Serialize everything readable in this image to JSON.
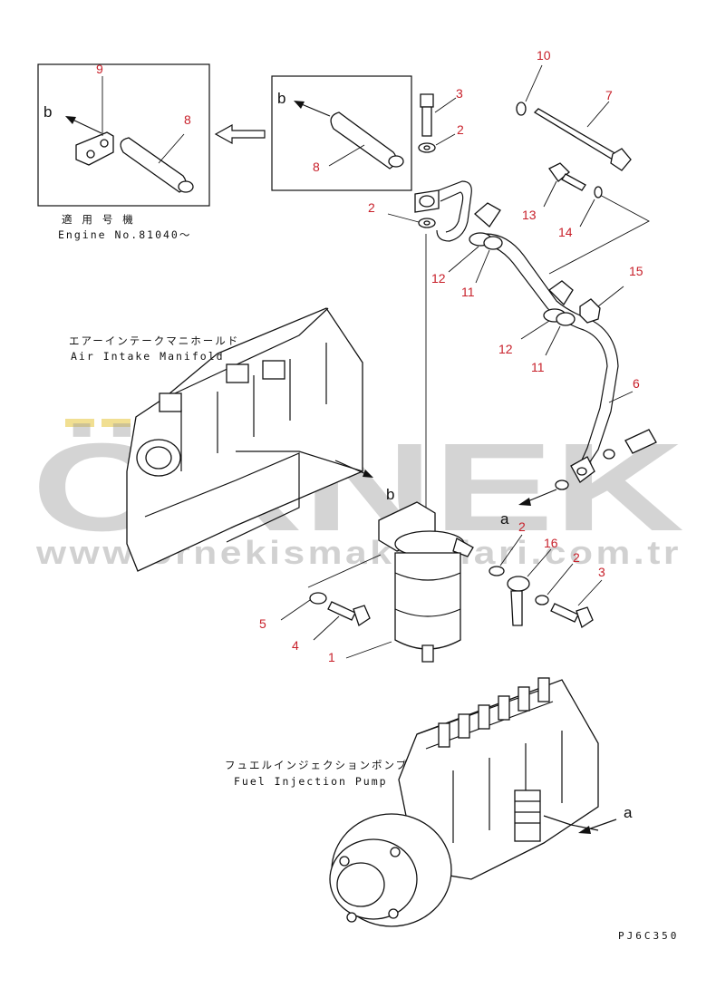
{
  "inset": {
    "applicable_jp": "適 用 号 機",
    "applicable_en": "Engine No.81040〜"
  },
  "labels": {
    "manifold_jp": "エアーインテークマニホールド",
    "manifold_en": "Air Intake Manifold",
    "pump_jp": "フュエルインジェクションポンプ",
    "pump_en": "Fuel Injection Pump"
  },
  "markers": {
    "b_inset": "b",
    "b_box": "b",
    "b_manifold": "b",
    "a_pipe": "a",
    "a_pump": "a"
  },
  "callouts": {
    "c9": "9",
    "c8_inset": "8",
    "c8_box": "8",
    "c3_top": "3",
    "c2_top": "2",
    "c10": "10",
    "c7": "7",
    "c2_left": "2",
    "c13": "13",
    "c14": "14",
    "c12_top": "12",
    "c11_top": "11",
    "c15": "15",
    "c12_mid": "12",
    "c11_mid": "11",
    "c6": "6",
    "c2_mid": "2",
    "c16": "16",
    "c2_right": "2",
    "c3_right": "3",
    "c5": "5",
    "c4": "4",
    "c1": "1"
  },
  "watermark": {
    "brand": "ÖRNEK",
    "url": "www.ornekismakinalari.com.tr"
  },
  "drawing_code": "PJ6C350",
  "colors": {
    "callout": "#c8202a",
    "line": "#111111",
    "watermark": "#9a9a9a",
    "watermark_accent": "#e8c94a"
  }
}
